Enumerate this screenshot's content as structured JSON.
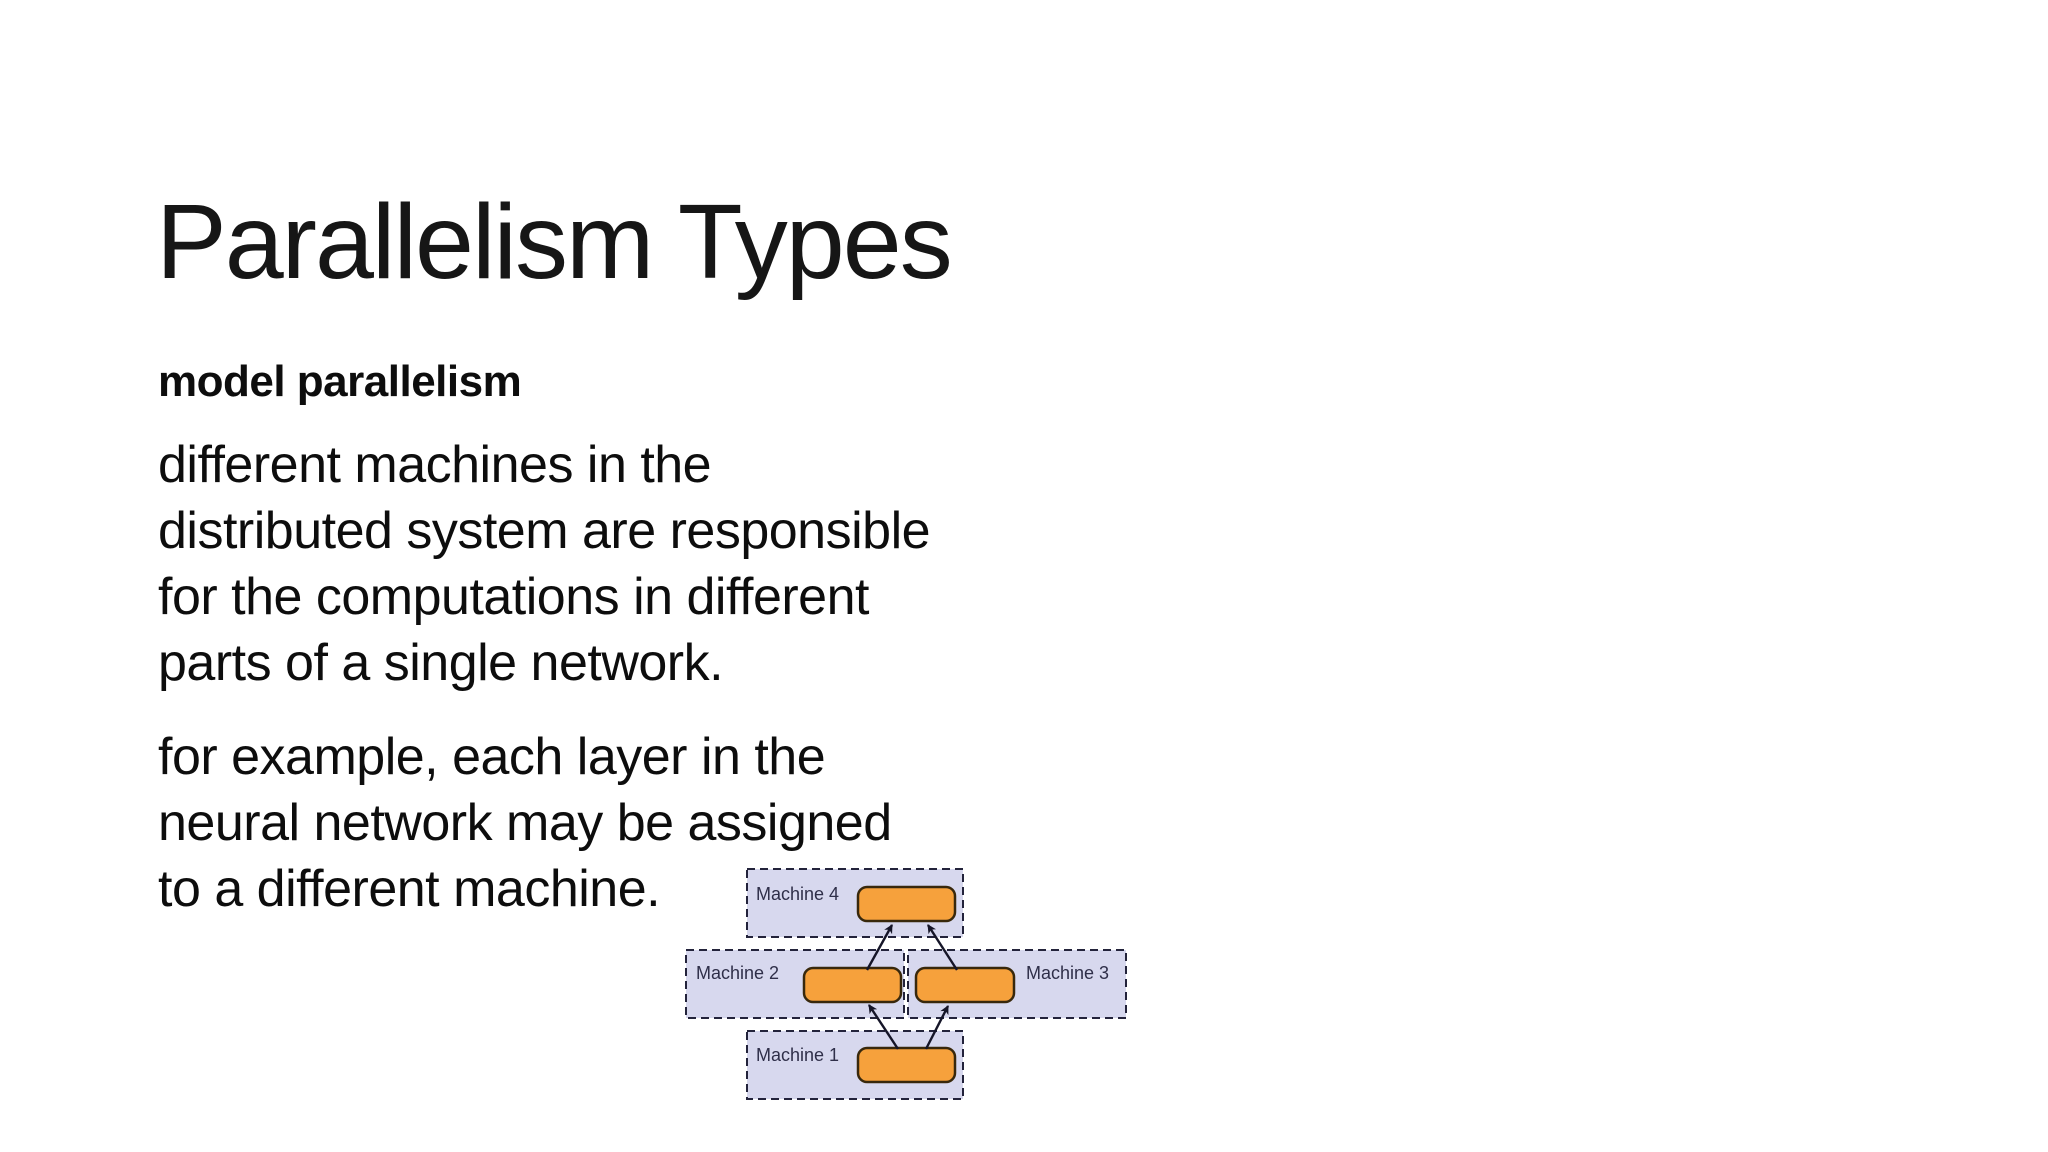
{
  "slide": {
    "title": "Parallelism Types",
    "heading": "model parallelism",
    "paragraph1": "different machines in the\ndistributed system are responsible\nfor the computations in different\nparts of a single network.",
    "paragraph2": "for example, each layer in the\nneural network may be assigned\nto a different machine."
  },
  "diagram": {
    "machines": [
      {
        "label": "Machine 4"
      },
      {
        "label": "Machine 2"
      },
      {
        "label": "Machine 3"
      },
      {
        "label": "Machine 1"
      }
    ],
    "colors": {
      "panel_fill": "#d7d8ee",
      "panel_border": "#23233b",
      "node_fill": "#f6a13c",
      "node_border": "#38280c",
      "arrow_color": "#151528",
      "label_color": "#2f2f49",
      "background": "#ffffff",
      "text": "#0d0d0d"
    }
  }
}
